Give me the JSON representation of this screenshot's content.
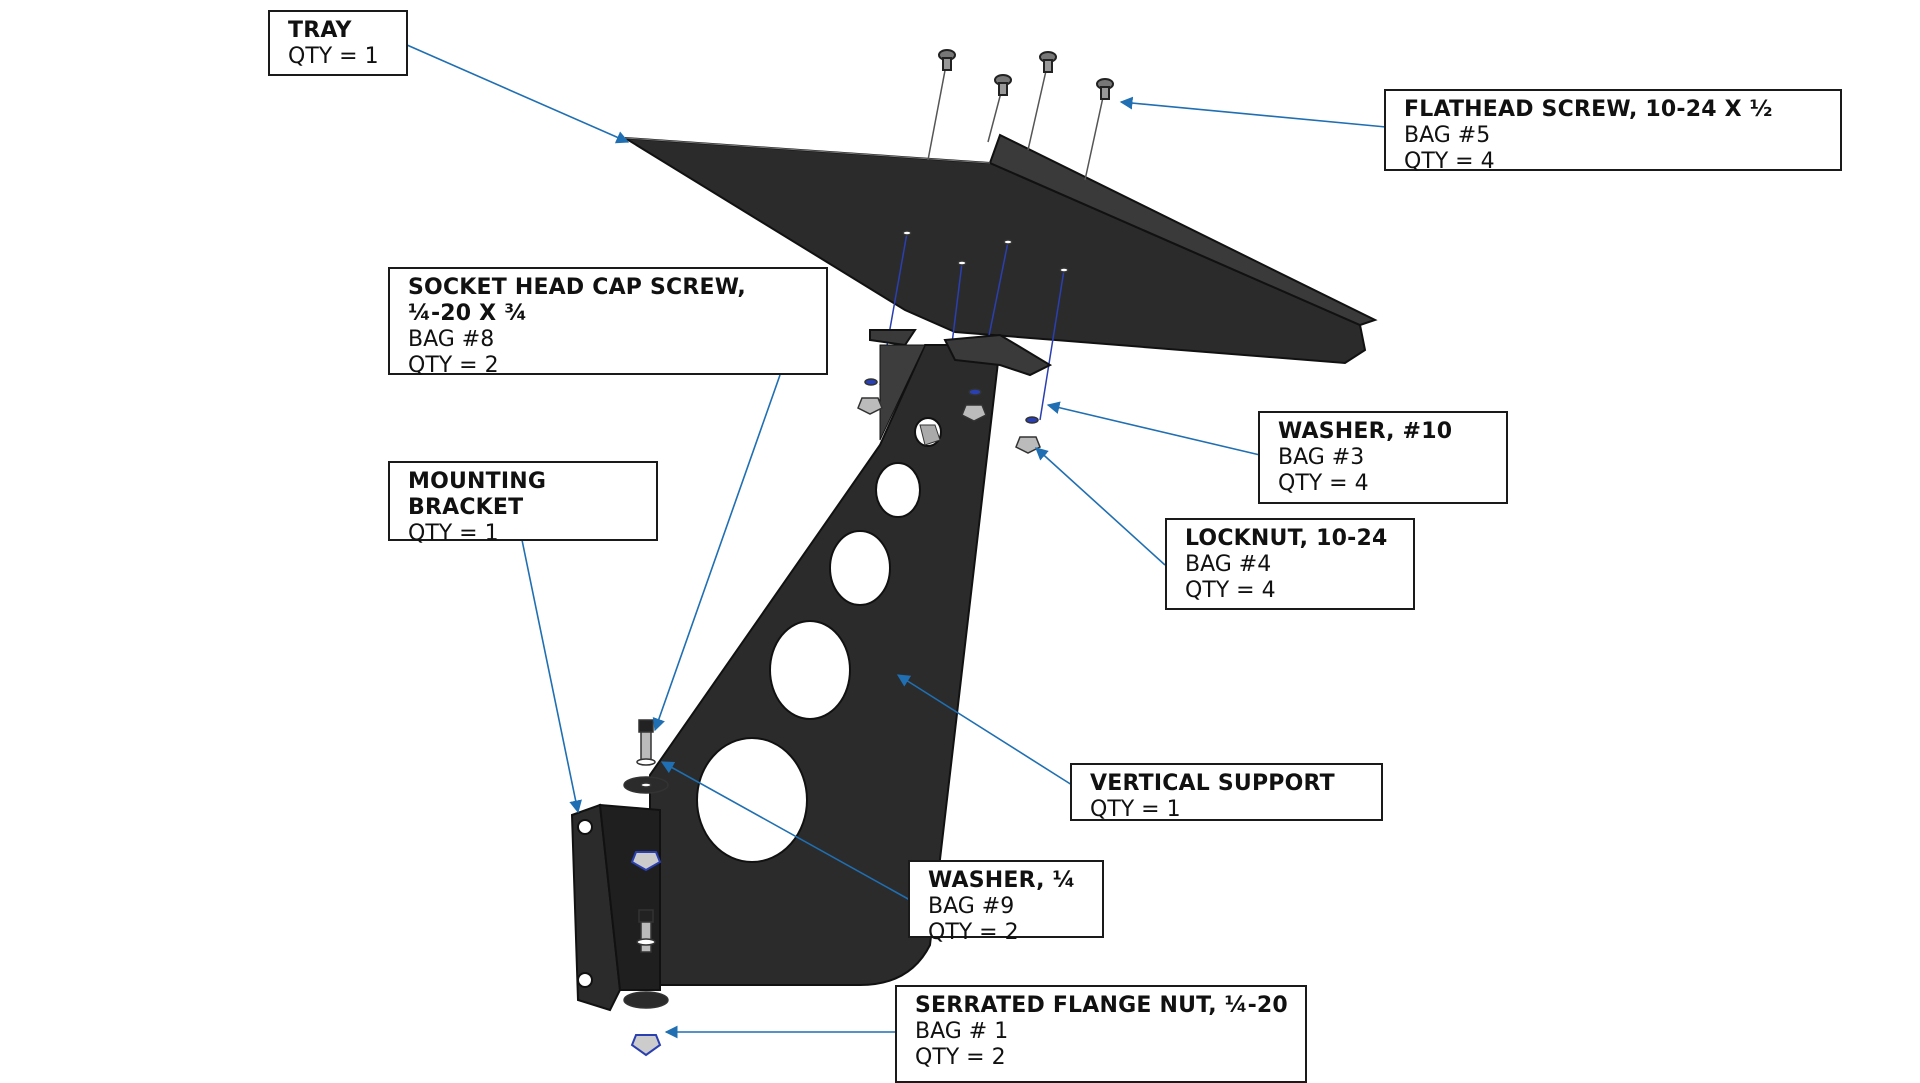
{
  "colors": {
    "part": "#2a2a2a",
    "part_edge": "#111111",
    "leader": "#1f6fb2",
    "border": "#1a1a1a",
    "hardware_blue": "#2a3fb0"
  },
  "callouts": [
    {
      "id": "tray",
      "title": "TRAY",
      "lines": [
        "QTY = 1"
      ]
    },
    {
      "id": "flathead",
      "title": "FLATHEAD SCREW, 10-24 X ½",
      "lines": [
        "BAG #5",
        "QTY = 4"
      ]
    },
    {
      "id": "socket",
      "title": "SOCKET HEAD CAP SCREW, ¼-20 X ¾",
      "lines": [
        "BAG #8",
        "QTY = 2"
      ]
    },
    {
      "id": "washer10",
      "title": "WASHER, #10",
      "lines": [
        "BAG #3",
        "QTY = 4"
      ]
    },
    {
      "id": "mounting",
      "title": "MOUNTING BRACKET",
      "lines": [
        "QTY = 1"
      ]
    },
    {
      "id": "locknut",
      "title": "LOCKNUT, 10-24",
      "lines": [
        "BAG #4",
        "QTY = 4"
      ]
    },
    {
      "id": "vertical",
      "title": "VERTICAL SUPPORT",
      "lines": [
        "QTY = 1"
      ]
    },
    {
      "id": "washer14",
      "title": "WASHER, ¼",
      "lines": [
        "BAG #9",
        "QTY = 2"
      ]
    },
    {
      "id": "flangenut",
      "title": "SERRATED FLANGE NUT, ¼-20",
      "lines": [
        "BAG # 1",
        "QTY = 2"
      ]
    }
  ]
}
